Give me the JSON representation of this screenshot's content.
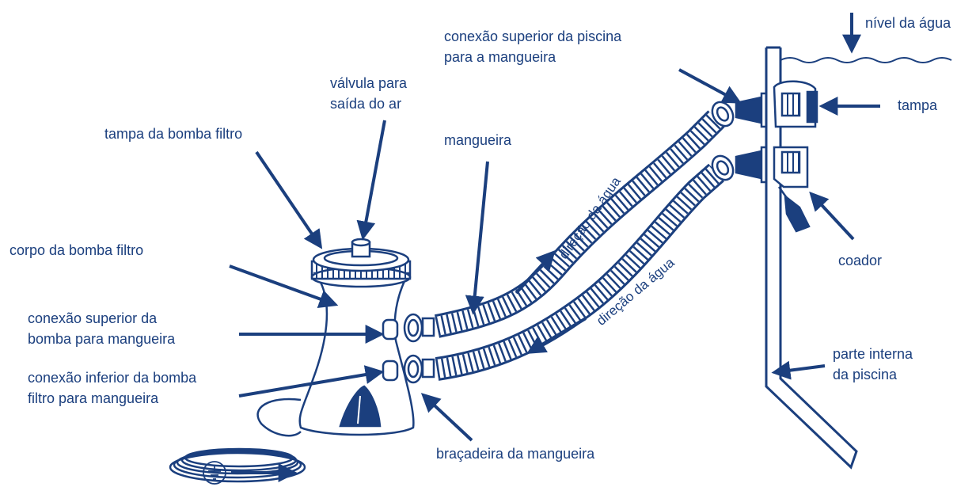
{
  "colors": {
    "ink": "#1b3f7e",
    "label": "#1b3f7e",
    "arrow": "#1b3f7e",
    "background": "#ffffff"
  },
  "icons": [
    "ground-symbol-icon"
  ],
  "labels": {
    "nivel_agua": "nível da água",
    "conexao_sup_piscina_l1": "conexão superior da piscina",
    "conexao_sup_piscina_l2": "para a mangueira",
    "tampa": "tampa",
    "valvula_l1": "válvula para",
    "valvula_l2": "saída do ar",
    "tampa_bomba": "tampa da bomba filtro",
    "mangueira": "mangueira",
    "direcao_agua_1": "direção da água",
    "direcao_agua_2": "direção da água",
    "coador": "coador",
    "corpo_bomba": "corpo da bomba filtro",
    "conexao_sup_bomba_l1": "conexão superior da",
    "conexao_sup_bomba_l2": "bomba para mangueira",
    "conexao_inf_bomba_l1": "conexão inferior da bomba",
    "conexao_inf_bomba_l2": "filtro para mangueira",
    "parte_interna_l1": "parte interna",
    "parte_interna_l2": "da piscina",
    "bracadeira": "braçadeira da mangueira"
  }
}
